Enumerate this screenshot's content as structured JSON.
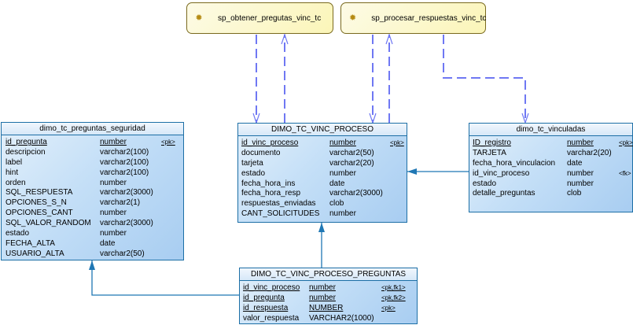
{
  "procedures": [
    {
      "id": "p1",
      "name": "sp_obtener_pregutas_vinc_tc",
      "icon": "gear-icon"
    },
    {
      "id": "p2",
      "name": "sp_procesar_respuestas_vinc_tc",
      "icon": "gear-icon"
    }
  ],
  "tables": [
    {
      "id": "t1",
      "name": "dimo_tc_preguntas_seguridad",
      "columns": [
        {
          "name": "id_pregunta",
          "type": "number",
          "key": "<pk>",
          "pk": true
        },
        {
          "name": "descripcion",
          "type": "varchar2(100)",
          "key": ""
        },
        {
          "name": "label",
          "type": "varchar2(100)",
          "key": ""
        },
        {
          "name": "hint",
          "type": "varchar2(100)",
          "key": ""
        },
        {
          "name": "orden",
          "type": "number",
          "key": ""
        },
        {
          "name": "SQL_RESPUESTA",
          "type": "varchar2(3000)",
          "key": ""
        },
        {
          "name": "OPCIONES_S_N",
          "type": "varchar2(1)",
          "key": ""
        },
        {
          "name": "OPCIONES_CANT",
          "type": "number",
          "key": ""
        },
        {
          "name": "SQL_VALOR_RANDOM",
          "type": "varchar2(3000)",
          "key": ""
        },
        {
          "name": "estado",
          "type": "number",
          "key": ""
        },
        {
          "name": "FECHA_ALTA",
          "type": "date",
          "key": ""
        },
        {
          "name": "USUARIO_ALTA",
          "type": "varchar2(50)",
          "key": ""
        }
      ]
    },
    {
      "id": "t2",
      "name": "DIMO_TC_VINC_PROCESO",
      "columns": [
        {
          "name": "id_vinc_proceso",
          "type": "number",
          "key": "<pk>",
          "pk": true
        },
        {
          "name": "documento",
          "type": "varchar2(50)",
          "key": ""
        },
        {
          "name": "tarjeta",
          "type": "varchar2(20)",
          "key": ""
        },
        {
          "name": "estado",
          "type": "number",
          "key": ""
        },
        {
          "name": "fecha_hora_ins",
          "type": "date",
          "key": ""
        },
        {
          "name": "fecha_hora_resp",
          "type": "varchar2(3000)",
          "key": ""
        },
        {
          "name": "respuestas_enviadas",
          "type": "clob",
          "key": ""
        },
        {
          "name": "CANT_SOLICITUDES",
          "type": "number",
          "key": ""
        }
      ]
    },
    {
      "id": "t3",
      "name": "dimo_tc_vinculadas",
      "columns": [
        {
          "name": "ID_registro",
          "type": "number",
          "key": "<pk>",
          "pk": true
        },
        {
          "name": "TARJETA",
          "type": "varchar2(20)",
          "key": ""
        },
        {
          "name": "fecha_hora_vinculacion",
          "type": "date",
          "key": ""
        },
        {
          "name": "id_vinc_proceso",
          "type": "number",
          "key": "<fk>"
        },
        {
          "name": "estado",
          "type": "number",
          "key": ""
        },
        {
          "name": "detalle_preguntas",
          "type": "clob",
          "key": ""
        }
      ]
    },
    {
      "id": "t4",
      "name": "DIMO_TC_VINC_PROCESO_PREGUNTAS",
      "columns": [
        {
          "name": "id_vinc_proceso",
          "type": "number",
          "key": "<pk,fk1>",
          "pk": true
        },
        {
          "name": "id_pregunta",
          "type": "number",
          "key": "<pk,fk2>",
          "pk": true
        },
        {
          "name": "id_respuesta",
          "type": "NUMBER",
          "key": "<pk>",
          "pk": true
        },
        {
          "name": "valor_respuesta",
          "type": "VARCHAR2(1000)",
          "key": ""
        }
      ]
    }
  ],
  "colors": {
    "table_border": "#1d6fa6",
    "reference_line": "#1f77b4",
    "dependency_line": "#6f78f3",
    "procedure_border": "#7a6a1e",
    "procedure_fill": "#fbf5b8"
  }
}
